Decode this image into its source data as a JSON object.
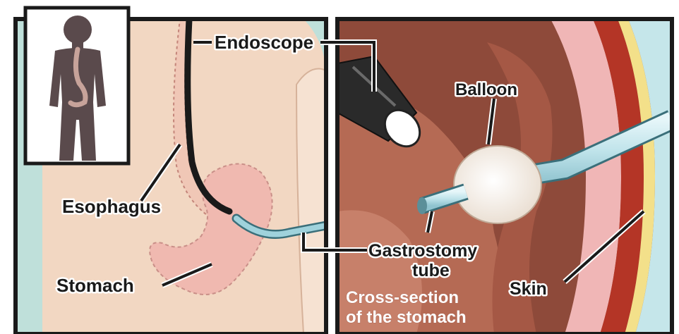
{
  "labels": {
    "endoscope": "Endoscope",
    "balloon": "Balloon",
    "esophagus": "Esophagus",
    "gastrostomy_line1": "Gastrostomy",
    "gastrostomy_line2": "tube",
    "stomach": "Stomach",
    "skin": "Skin",
    "cross_section_line1": "Cross-section",
    "cross_section_line2": "of the stomach"
  },
  "colors": {
    "background_left": "#f2d7c2",
    "stomach": "#f0b9b0",
    "stomach_wall": "#a8493a",
    "tube": "#bfe3ea",
    "skin_layer": "#f3e08a",
    "silhouette": "#5a4a4c",
    "frame": "#1a1a1a"
  }
}
